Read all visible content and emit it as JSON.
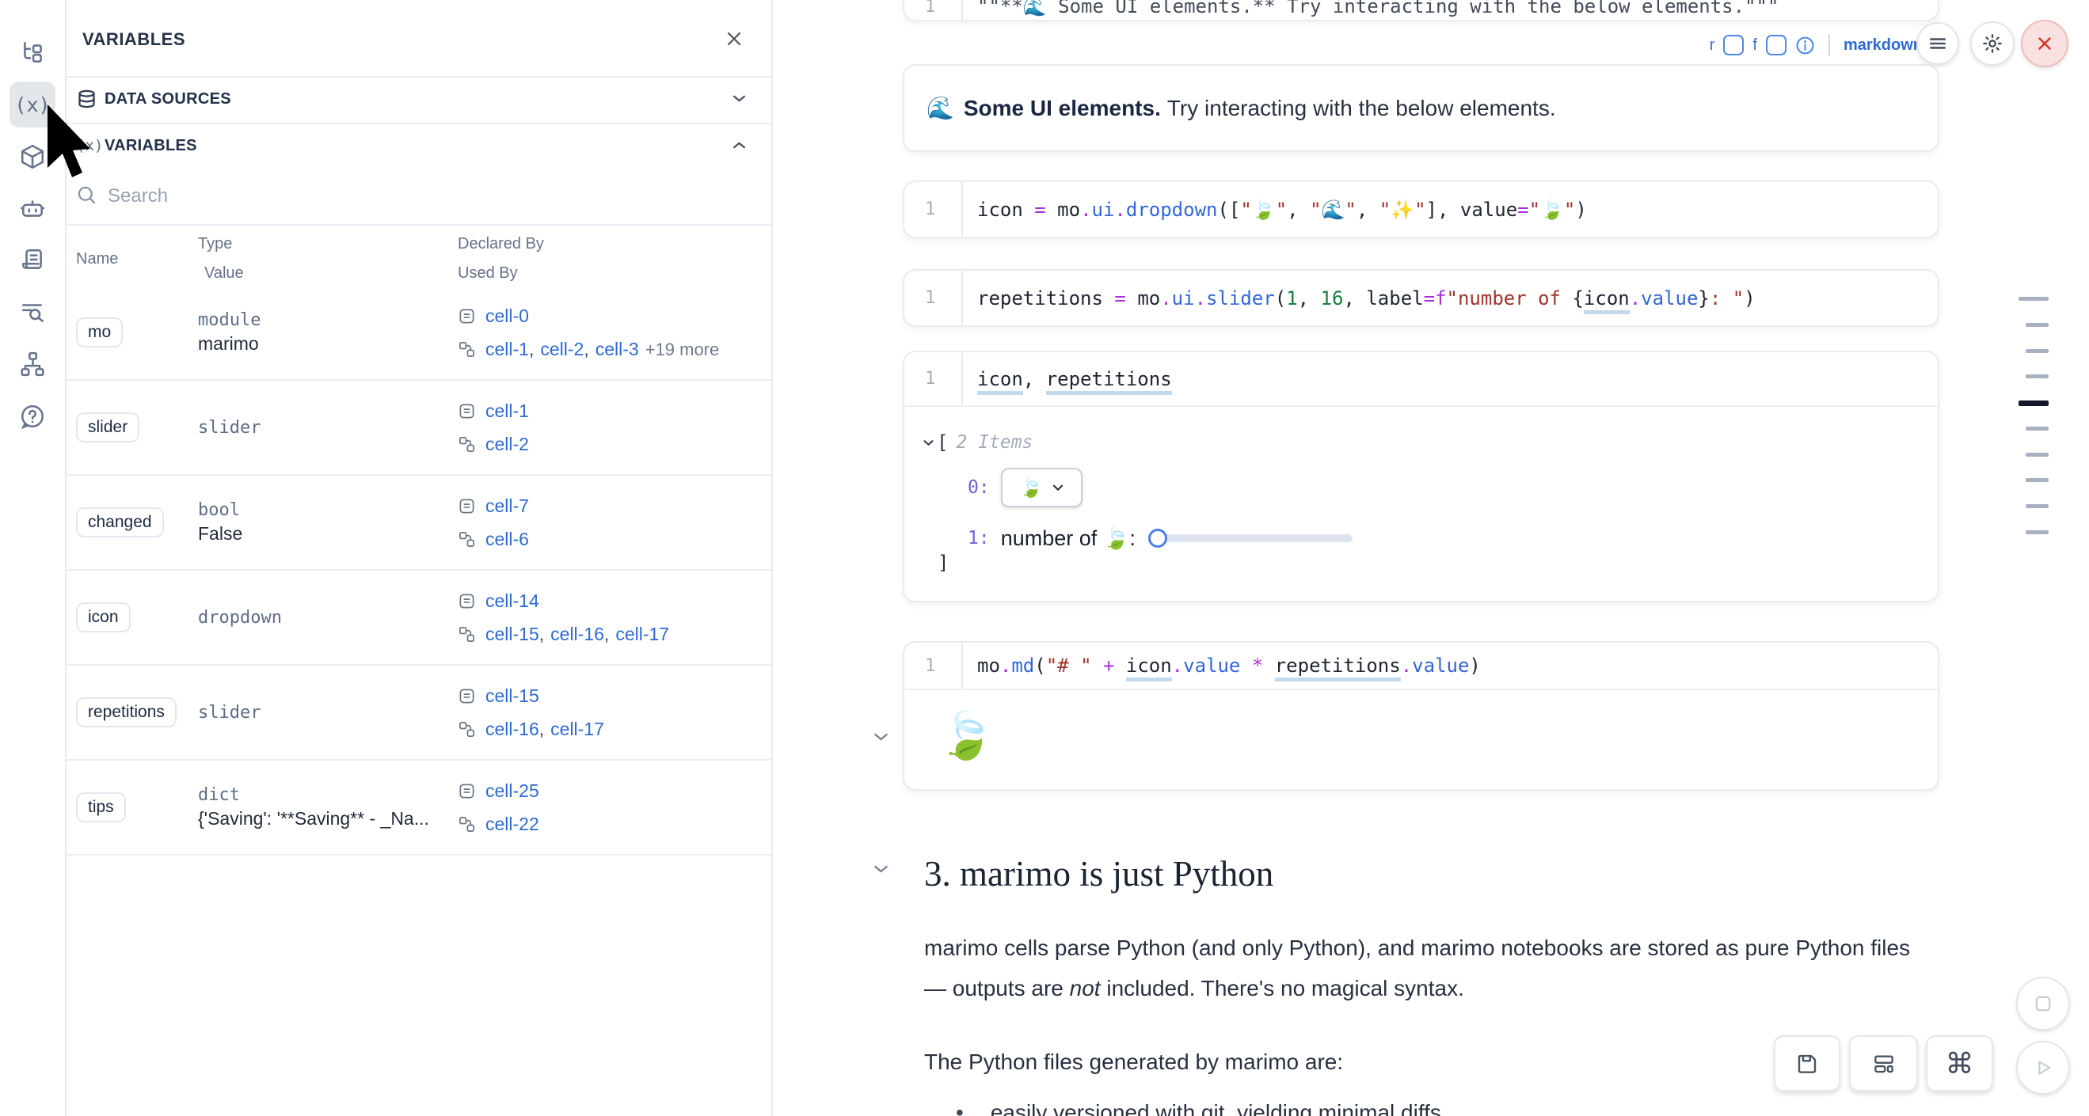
{
  "sidebar": {
    "items": [
      {
        "icon": "file-tree-icon"
      },
      {
        "icon": "variables-icon",
        "active": true,
        "glyph": "(x)"
      },
      {
        "icon": "package-cube-icon"
      },
      {
        "icon": "ai-robot-icon"
      },
      {
        "icon": "snippets-scroll-icon"
      },
      {
        "icon": "logs-search-icon"
      },
      {
        "icon": "dependency-graph-icon"
      },
      {
        "icon": "help-icon"
      }
    ]
  },
  "panel": {
    "title": "VARIABLES",
    "sections": [
      {
        "label": "DATA SOURCES",
        "icon": "database-icon",
        "state": "collapsed"
      },
      {
        "label": "VARIABLES",
        "icon": "variables-icon",
        "state": "expanded"
      }
    ],
    "search": {
      "placeholder": "Search",
      "icon": "search-icon"
    },
    "table": {
      "headers": {
        "name": "Name",
        "type": "Type",
        "value": "Value",
        "declared_by": "Declared By",
        "used_by": "Used By"
      },
      "rows": [
        {
          "name": "mo",
          "type": "module",
          "value": "marimo",
          "declared_by": [
            "cell-0"
          ],
          "used_by": [
            "cell-1",
            "cell-2",
            "cell-3"
          ],
          "used_by_more": "+19 more"
        },
        {
          "name": "slider",
          "type": "slider",
          "value": "",
          "declared_by": [
            "cell-1"
          ],
          "used_by": [
            "cell-2"
          ]
        },
        {
          "name": "changed",
          "type": "bool",
          "value": "False",
          "declared_by": [
            "cell-7"
          ],
          "used_by": [
            "cell-6"
          ]
        },
        {
          "name": "icon",
          "type": "dropdown",
          "value": "",
          "declared_by": [
            "cell-14"
          ],
          "used_by": [
            "cell-15",
            "cell-16",
            "cell-17"
          ]
        },
        {
          "name": "repetitions",
          "type": "slider",
          "value": "",
          "declared_by": [
            "cell-15"
          ],
          "used_by": [
            "cell-16",
            "cell-17"
          ]
        },
        {
          "name": "tips",
          "type": "dict",
          "value": "{'Saving': '**Saving** - _Na...",
          "declared_by": [
            "cell-25"
          ],
          "used_by": [
            "cell-22"
          ]
        }
      ]
    }
  },
  "notebook": {
    "clipped_cell": {
      "line_no": "1",
      "code": "\"\"**🌊 Some UI elements.** Try interacting with the below elements.\"\"\""
    },
    "cell_footer": {
      "r_label": "r",
      "f_label": "f",
      "info_icon": "info-icon",
      "language_label": "markdown"
    },
    "markdown_output": {
      "emoji": "🌊",
      "bold": "Some UI elements.",
      "rest": "Try interacting with the below elements."
    },
    "code_cells": [
      {
        "line_no": "1",
        "tokens": [
          {
            "t": "icon",
            "c": "n"
          },
          {
            "t": " ",
            "c": "p"
          },
          {
            "t": "=",
            "c": "o"
          },
          {
            "t": " ",
            "c": "p"
          },
          {
            "t": "mo",
            "c": "n"
          },
          {
            "t": ".",
            "c": "o"
          },
          {
            "t": "ui",
            "c": "f"
          },
          {
            "t": ".",
            "c": "o"
          },
          {
            "t": "dropdown",
            "c": "f"
          },
          {
            "t": "([",
            "c": "p"
          },
          {
            "t": "\"🍃\"",
            "c": "s"
          },
          {
            "t": ", ",
            "c": "p"
          },
          {
            "t": "\"🌊\"",
            "c": "s"
          },
          {
            "t": ", ",
            "c": "p"
          },
          {
            "t": "\"✨\"",
            "c": "s"
          },
          {
            "t": "], ",
            "c": "p"
          },
          {
            "t": "value",
            "c": "p"
          },
          {
            "t": "=",
            "c": "o"
          },
          {
            "t": "\"🍃\"",
            "c": "s"
          },
          {
            "t": ")",
            "c": "p"
          }
        ]
      },
      {
        "line_no": "1",
        "tokens": [
          {
            "t": "repetitions",
            "c": "n"
          },
          {
            "t": " ",
            "c": "p"
          },
          {
            "t": "=",
            "c": "o"
          },
          {
            "t": " ",
            "c": "p"
          },
          {
            "t": "mo",
            "c": "n"
          },
          {
            "t": ".",
            "c": "o"
          },
          {
            "t": "ui",
            "c": "f"
          },
          {
            "t": ".",
            "c": "o"
          },
          {
            "t": "slider",
            "c": "f"
          },
          {
            "t": "(",
            "c": "p"
          },
          {
            "t": "1",
            "c": "m"
          },
          {
            "t": ", ",
            "c": "p"
          },
          {
            "t": "16",
            "c": "m"
          },
          {
            "t": ", ",
            "c": "p"
          },
          {
            "t": "label",
            "c": "p"
          },
          {
            "t": "=",
            "c": "o"
          },
          {
            "t": "f",
            "c": "o"
          },
          {
            "t": "\"number of ",
            "c": "s"
          },
          {
            "t": "{",
            "c": "p"
          },
          {
            "t": "icon",
            "c": "nu"
          },
          {
            "t": ".",
            "c": "o"
          },
          {
            "t": "value",
            "c": "f"
          },
          {
            "t": "}",
            "c": "p"
          },
          {
            "t": ": \"",
            "c": "s"
          },
          {
            "t": ")",
            "c": "p"
          }
        ]
      },
      {
        "line_no": "1",
        "tokens": [
          {
            "t": "icon",
            "c": "nu"
          },
          {
            "t": ", ",
            "c": "p"
          },
          {
            "t": "repetitions",
            "c": "nu"
          }
        ]
      },
      {
        "line_no": "1",
        "tokens": [
          {
            "t": "mo",
            "c": "n"
          },
          {
            "t": ".",
            "c": "o"
          },
          {
            "t": "md",
            "c": "f"
          },
          {
            "t": "(",
            "c": "p"
          },
          {
            "t": "\"# \"",
            "c": "s"
          },
          {
            "t": " ",
            "c": "p"
          },
          {
            "t": "+",
            "c": "o"
          },
          {
            "t": " ",
            "c": "p"
          },
          {
            "t": "icon",
            "c": "nu"
          },
          {
            "t": ".",
            "c": "o"
          },
          {
            "t": "value",
            "c": "f"
          },
          {
            "t": " ",
            "c": "p"
          },
          {
            "t": "*",
            "c": "o"
          },
          {
            "t": " ",
            "c": "p"
          },
          {
            "t": "repetitions",
            "c": "nu"
          },
          {
            "t": ".",
            "c": "o"
          },
          {
            "t": "value",
            "c": "f"
          },
          {
            "t": ")",
            "c": "p"
          }
        ]
      }
    ],
    "tree_output": {
      "bracket_open": "[",
      "items_label": "2 Items",
      "item0_index": "0:",
      "item0_dropdown_value": "🍃",
      "item1_index": "1:",
      "item1_label": "number of 🍃:",
      "slider": {
        "value": 1,
        "min": 1,
        "max": 16
      },
      "bracket_close": "]"
    },
    "md_result": "🍃",
    "section": {
      "heading": "3. marimo is just Python",
      "para1_a": "marimo cells parse Python (and only Python), and marimo notebooks are stored as pure Python files — outputs are ",
      "para1_italic": "not",
      "para1_b": " included. There's no magical syntax.",
      "para2": "The Python files generated by marimo are:",
      "bullet1": "easily versioned with git, yielding minimal diffs"
    }
  },
  "controls": {
    "top": [
      {
        "icon": "menu-icon"
      },
      {
        "icon": "gear-icon"
      },
      {
        "icon": "shutdown-close-icon",
        "color": "#dc2626"
      }
    ],
    "bottom": [
      {
        "icon": "save-icon"
      },
      {
        "icon": "layout-icon"
      },
      {
        "icon": "command-icon",
        "glyph": "⌘"
      },
      {
        "icon": "stop-square-icon"
      },
      {
        "icon": "run-play-icon"
      }
    ],
    "accent_blue": "#2e6bd4",
    "danger_red": "#d93025"
  },
  "minimap": {
    "marks": [
      {
        "kind": "wide"
      },
      {
        "kind": "normal"
      },
      {
        "kind": "normal"
      },
      {
        "kind": "normal"
      },
      {
        "kind": "active"
      },
      {
        "kind": "normal"
      },
      {
        "kind": "normal"
      },
      {
        "kind": "normal"
      },
      {
        "kind": "normal"
      },
      {
        "kind": "normal"
      }
    ]
  }
}
